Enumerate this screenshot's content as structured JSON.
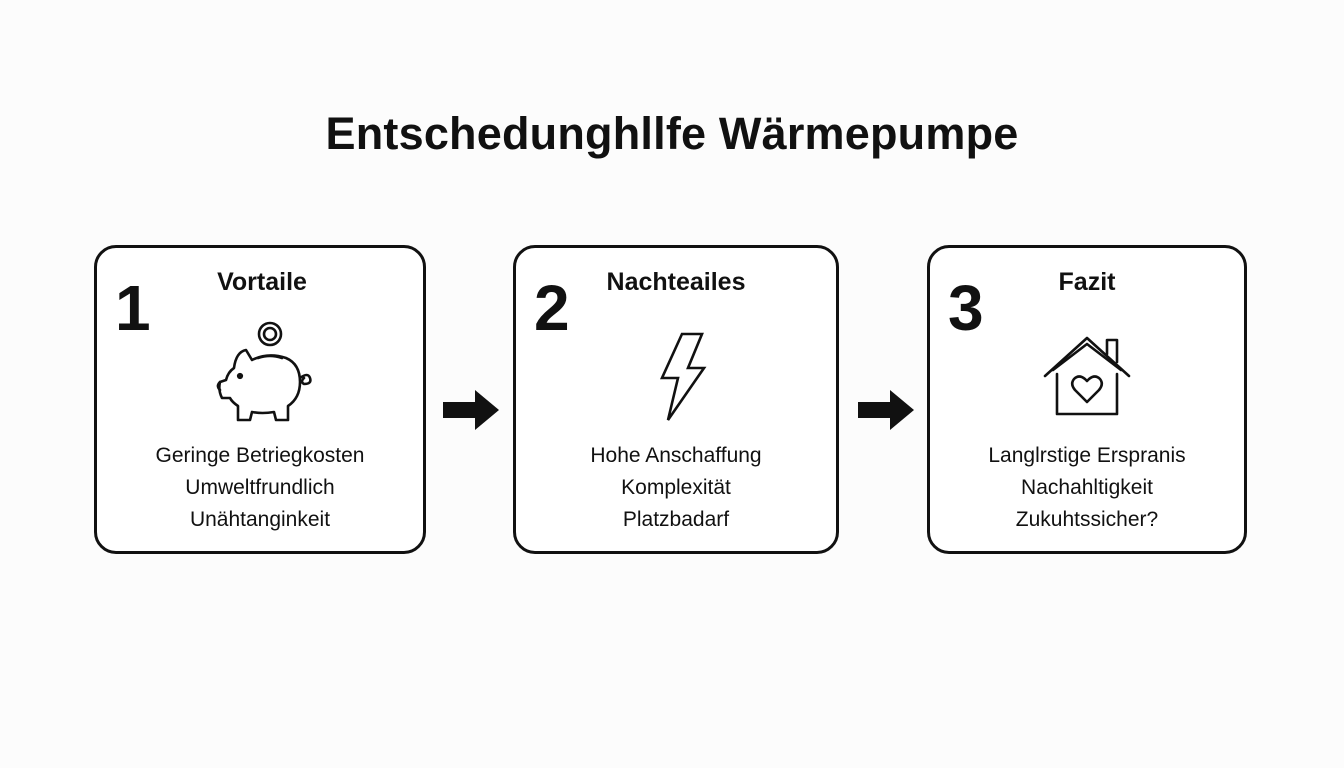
{
  "title": "Entschedunghllfe Wärmepumpe",
  "steps": [
    {
      "number": "1",
      "title": "Vortaile",
      "icon": "piggy-bank-icon",
      "lines": [
        "Geringe Betriegkosten",
        "Umweltfrundlich",
        "Unähtanginkeit"
      ]
    },
    {
      "number": "2",
      "title": "Nachteailes",
      "icon": "lightning-bolt-icon",
      "lines": [
        "Hohe Anschaffung",
        "Komplexität",
        "Platzbadarf"
      ]
    },
    {
      "number": "3",
      "title": "Fazit",
      "icon": "house-heart-icon",
      "lines": [
        "Langlrstige Erspranis",
        "Nachahltigkeit",
        "Zukuhtssicher?"
      ]
    }
  ],
  "colors": {
    "stroke": "#111111",
    "background": "#fcfcfc",
    "card": "#ffffff"
  }
}
